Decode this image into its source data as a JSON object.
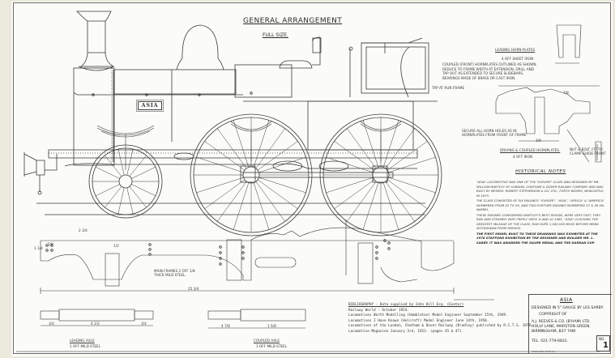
{
  "drawing": {
    "title": "GENERAL ARRANGEMENT",
    "scale_label": "FULL SIZE.",
    "locomotive_nameplate": "ASIA"
  },
  "notes": {
    "leading_horn_plates_title": "LEADING HORN PLATES",
    "leading_horn_plates_qty": "4 OFF  SHEET IRON",
    "coupled_horn_note": "COUPLED (FRONT) HORNPLATES OUTLINED AS SHOWN. REDUCE TO FRAME WIDTH AT EXTENSION. DRILL AND TAP OUT AS EXTENDED TO SECURE SLIDEBARS. BEARINGS MADE OF BRASS OR CAST IRON.",
    "tap_frame_label": "TAP AT RUN FRAME",
    "drivers_horn_plates_title": "DRIVING & COUPLED HORNPLATES.",
    "drivers_horn_plates_qty": "4 OFF  IRON",
    "horn_drill_note": "SECURE ALL HORN HOLES AS IN HORNPLATES FROM FRONT OF FRAME",
    "bolt_note": "NUT & BOLT. FIT TO CLAMP GUIDE FRONT",
    "frames_note": "MAIN FRAMES 2 OFF 1/8 THICK MILD STEEL.",
    "leading_axle_title": "LEADING AXLE",
    "leading_axle_material": "1 OFF MILD STEEL",
    "coupled_axle_title": "COUPLED AXLE",
    "coupled_axle_material": "1 OFF MILD STEEL",
    "dims": [
      "2 3/4",
      "5/8",
      "1 1/4",
      "1/2",
      "25 3/4",
      "4 1/2",
      "3/4",
      "1 5/8",
      "4 7/8",
      "7/8",
      "3/8"
    ]
  },
  "historical_notes": {
    "title": "HISTORICAL NOTES",
    "paragraphs": [
      "\"ASIA\" LOCOMOTIVE WAS ONE OF THE \"EUROPE\" CLASS AND DESIGNED BY MR. WILLIAM MARTLEY OF LONDON, CHATHAM & DOVER RAILWAY COMPANY AND WAS BUILT BY MESSRS. ROBERT STEPHENSON & CO. LTD., FORTH WORKS, NEWCASTLE, IN 1873.",
      "THE CLASS CONSISTED OF SIX ENGINES: \"EUROPE\", \"ASIA\", \"AFRICA\" & \"AMERICA\" NUMBERED FROM 55 TO 58, AND TWO FURTHER ENGINES NUMBERED 57 & 58 UN-NAMED.",
      "THESE ENGINES CONSIDERED MARTLEY'S BEST DESIGN, WERE VERY FAST, THEY RAN AND STEAMED VERY FREELY UNTIL 8 AND 10 1885, \"ASIA\" CLOCKING THE GREATEST MILEAGE OF THE CLASS, RAN OVER 1,000,000 MILES BEFORE BEING WITHDRAWN FROM SERVICE."
    ],
    "final_paragraph": "THE FIRST MODEL BUILT TO THESE DRAWINGS WAS EXHIBITED AT THE 1978 STAFFORD EXHIBITION BY THE DESIGNER AND BUILDER MR. L. SARBY. IT WAS AWARDED THE SILVER MEDAL AND THE GARRAN CUP."
  },
  "bibliography": {
    "heading": "BIBLIOGRAPHY - Data supplied by John Hill Esq. (Exeter)",
    "entries": [
      "Railway World - October 1954.",
      "Locomotives Worth Modelling (Hambleton) Model Engineer September 15th, 1949.",
      "Locomotives I Have Known (Holcroft) Model Engineer June 14th, 1958.",
      "Locomotives of the London, Chatham & Dover Railway (Bradley) published by R.C.T.S. 1979.",
      "Locomotive Magazine January 3rd, 1923.          (pages 45 & 47)."
    ]
  },
  "title_block": {
    "name": "ASIA",
    "designed": "DESIGNED IN 5\" GAUGE BY LES SARBY.",
    "copyright": "COPYRIGHT OF",
    "company": "A.J. REEVES & CO. (B'HAM) LTD.",
    "address1": "HOLLY LANE, MARSTON GREEN.",
    "address2": "BIRMINGHAM, B37 7AW",
    "tel": "TEL. 021-779-6831.",
    "sheet_label": "NO.",
    "sheet_number": "1",
    "footer": "ARCHIVED  1978  LS"
  }
}
